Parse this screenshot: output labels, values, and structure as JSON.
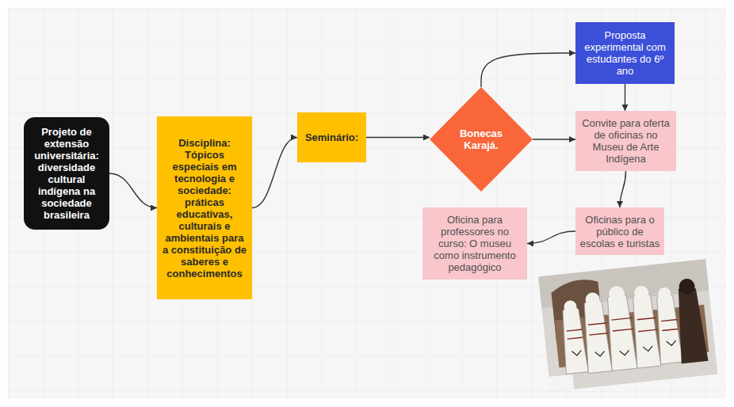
{
  "diagram": {
    "nodes": [
      {
        "text": [
          "Projeto de extensão universitária: diversidade cultural indígena na sociedade brasileira"
        ]
      },
      {
        "text": [
          "Disciplina: Tópicos especiais em tecnologia e sociedade: práticas educativas, culturais e ambientais para a constituição de saberes e conhecimentos"
        ]
      },
      {
        "text": [
          "Seminário:"
        ]
      },
      {
        "text": [
          "Bonecas Karajá."
        ]
      },
      {
        "text": [
          "Proposta experimental com estudantes do 6º ano"
        ]
      },
      {
        "text": [
          "Convite para oferta de oficinas no Museu de Arte Indígena"
        ]
      },
      {
        "text": [
          "Oficinas para o público de escolas e turistas"
        ]
      },
      {
        "text": [
          "Oficina para professores no curso: O museu como instrumento pedagógico"
        ]
      }
    ],
    "edges": [
      {
        "from": 0,
        "to": 1,
        "arrow": "to"
      },
      {
        "from": 1,
        "to": 2,
        "arrow": "to"
      },
      {
        "from": 2,
        "to": 3,
        "arrow": "to"
      },
      {
        "from": 3,
        "to": 4,
        "arrow": "to"
      },
      {
        "from": 3,
        "to": 5,
        "arrow": "to"
      },
      {
        "from": 4,
        "to": 5,
        "arrow": "to"
      },
      {
        "from": 5,
        "to": 6,
        "arrow": "to"
      },
      {
        "from": 6,
        "to": 7,
        "arrow": "to"
      }
    ]
  }
}
